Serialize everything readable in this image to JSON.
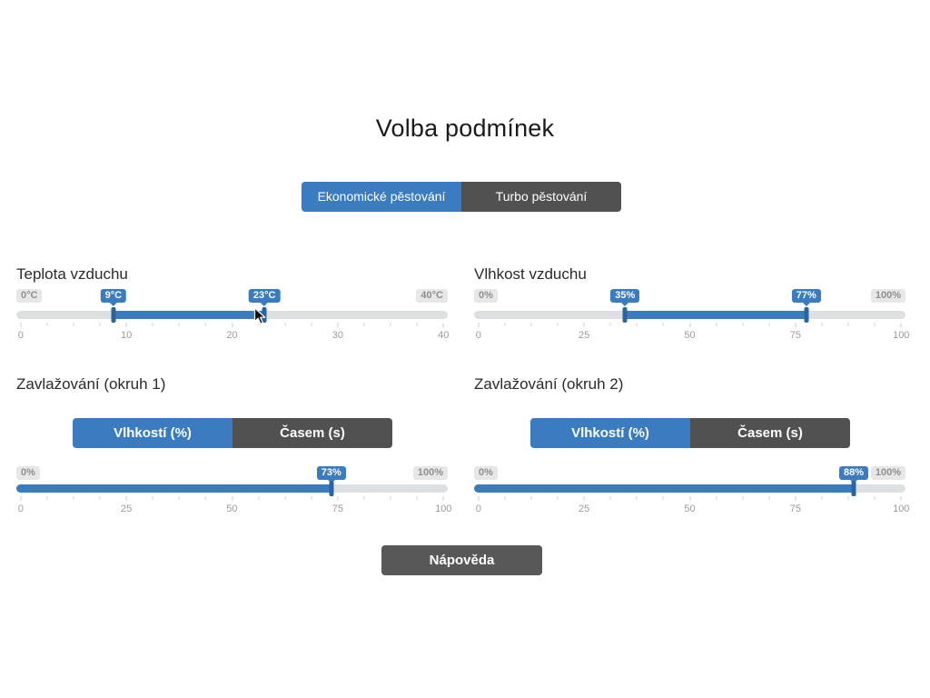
{
  "page": {
    "title": "Volba podmínek"
  },
  "mode_toggle": {
    "options": [
      {
        "label": "Ekonomické pěstování",
        "selected": true
      },
      {
        "label": "Turbo pěstování",
        "selected": false
      }
    ]
  },
  "sliders": {
    "temperature": {
      "title": "Teplota vzduchu",
      "type": "range",
      "min": 0,
      "max": 40,
      "from": 9,
      "to": 23,
      "min_label": "0°C",
      "max_label": "40°C",
      "from_label": "9°C",
      "to_label": "23°C",
      "tick_labels": [
        "0",
        "10",
        "20",
        "30",
        "40"
      ]
    },
    "humidity": {
      "title": "Vlhkost vzduchu",
      "type": "range",
      "min": 0,
      "max": 100,
      "from": 35,
      "to": 77,
      "min_label": "0%",
      "max_label": "100%",
      "from_label": "35%",
      "to_label": "77%",
      "tick_labels": [
        "0",
        "25",
        "50",
        "75",
        "100"
      ]
    },
    "irrigation1": {
      "title": "Zavlažování (okruh 1)",
      "type": "single",
      "min": 0,
      "max": 100,
      "value": 73,
      "min_label": "0%",
      "max_label": "100%",
      "value_label": "73%",
      "toggle": {
        "options": [
          {
            "label": "Vlhkostí (%)",
            "selected": true
          },
          {
            "label": "Časem (s)",
            "selected": false
          }
        ]
      },
      "tick_labels": [
        "0",
        "25",
        "50",
        "75",
        "100"
      ]
    },
    "irrigation2": {
      "title": "Zavlažování (okruh 2)",
      "type": "single",
      "min": 0,
      "max": 100,
      "value": 88,
      "min_label": "0%",
      "max_label": "100%",
      "value_label": "88%",
      "toggle": {
        "options": [
          {
            "label": "Vlhkostí (%)",
            "selected": true
          },
          {
            "label": "Časem (s)",
            "selected": false
          }
        ]
      },
      "tick_labels": [
        "0",
        "25",
        "50",
        "75",
        "100"
      ]
    }
  },
  "help_button": {
    "label": "Nápověda"
  },
  "colors": {
    "accent_blue": "#3a7cbf",
    "handle_blue": "#2a639f",
    "dark_button": "#515151",
    "help_button": "#585858",
    "track_gray": "#dde0e3",
    "badge_gray_bg": "#e7e7e7",
    "badge_gray_text": "#8e8e8e",
    "tick_label_gray": "#9b9b9b"
  }
}
